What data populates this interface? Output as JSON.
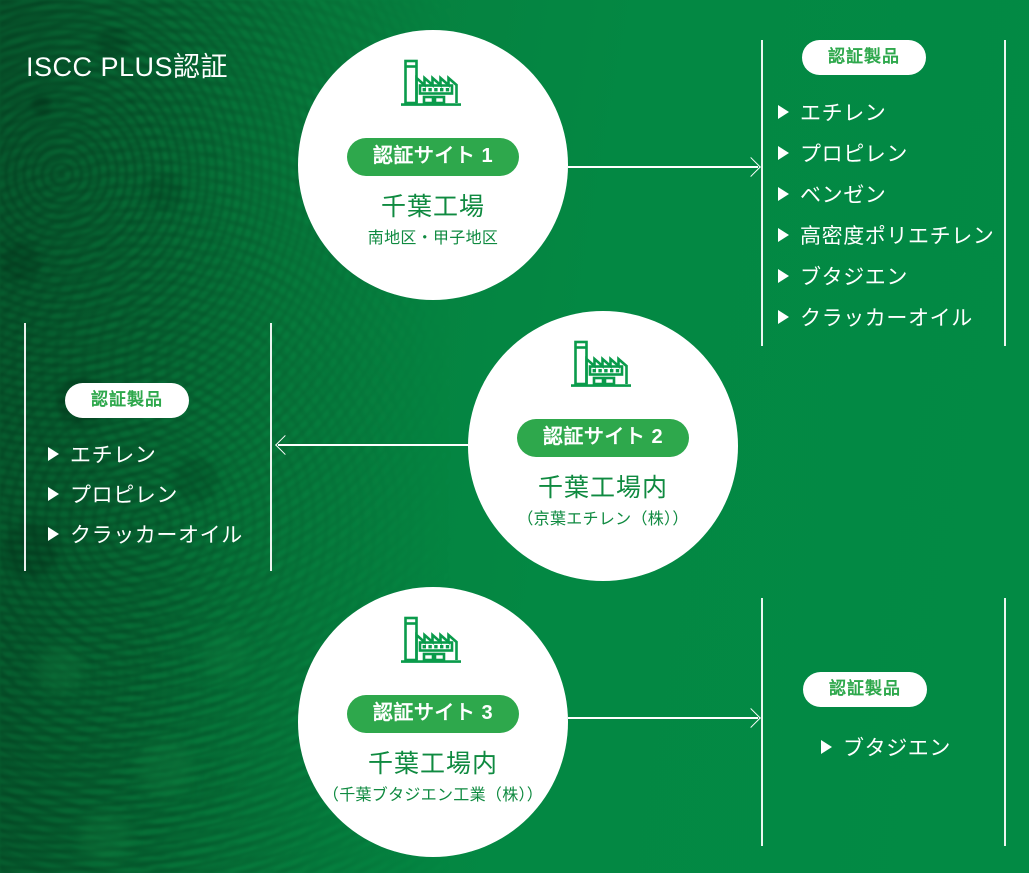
{
  "page": {
    "title": "ISCC PLUS認証",
    "background_color": "#038843",
    "accent_green": "#2ea84c",
    "text_green": "#0f8a40",
    "text_white": "#ffffff"
  },
  "sites": [
    {
      "id": "site-1",
      "icon": "factory-icon",
      "badge": "認証サイト 1",
      "name": "千葉工場",
      "sub": "南地区・甲子地区"
    },
    {
      "id": "site-2",
      "icon": "factory-icon",
      "badge": "認証サイト 2",
      "name": "千葉工場内",
      "sub": "（京葉エチレン（株））"
    },
    {
      "id": "site-3",
      "icon": "factory-icon",
      "badge": "認証サイト 3",
      "name": "千葉工場内",
      "sub": "（千葉ブタジエン工業（株））"
    }
  ],
  "product_groups": [
    {
      "id": "products-site-1",
      "heading": "認証製品",
      "items": [
        "エチレン",
        "プロピレン",
        "ベンゼン",
        "高密度ポリエチレン",
        "ブタジエン",
        "クラッカーオイル"
      ]
    },
    {
      "id": "products-site-2",
      "heading": "認証製品",
      "items": [
        "エチレン",
        "プロピレン",
        "クラッカーオイル"
      ]
    },
    {
      "id": "products-site-3",
      "heading": "認証製品",
      "items": [
        "ブタジエン"
      ]
    }
  ],
  "connectors": [
    {
      "id": "arrow-site-1",
      "direction": "right"
    },
    {
      "id": "arrow-site-2",
      "direction": "left"
    },
    {
      "id": "arrow-site-3",
      "direction": "right"
    }
  ]
}
